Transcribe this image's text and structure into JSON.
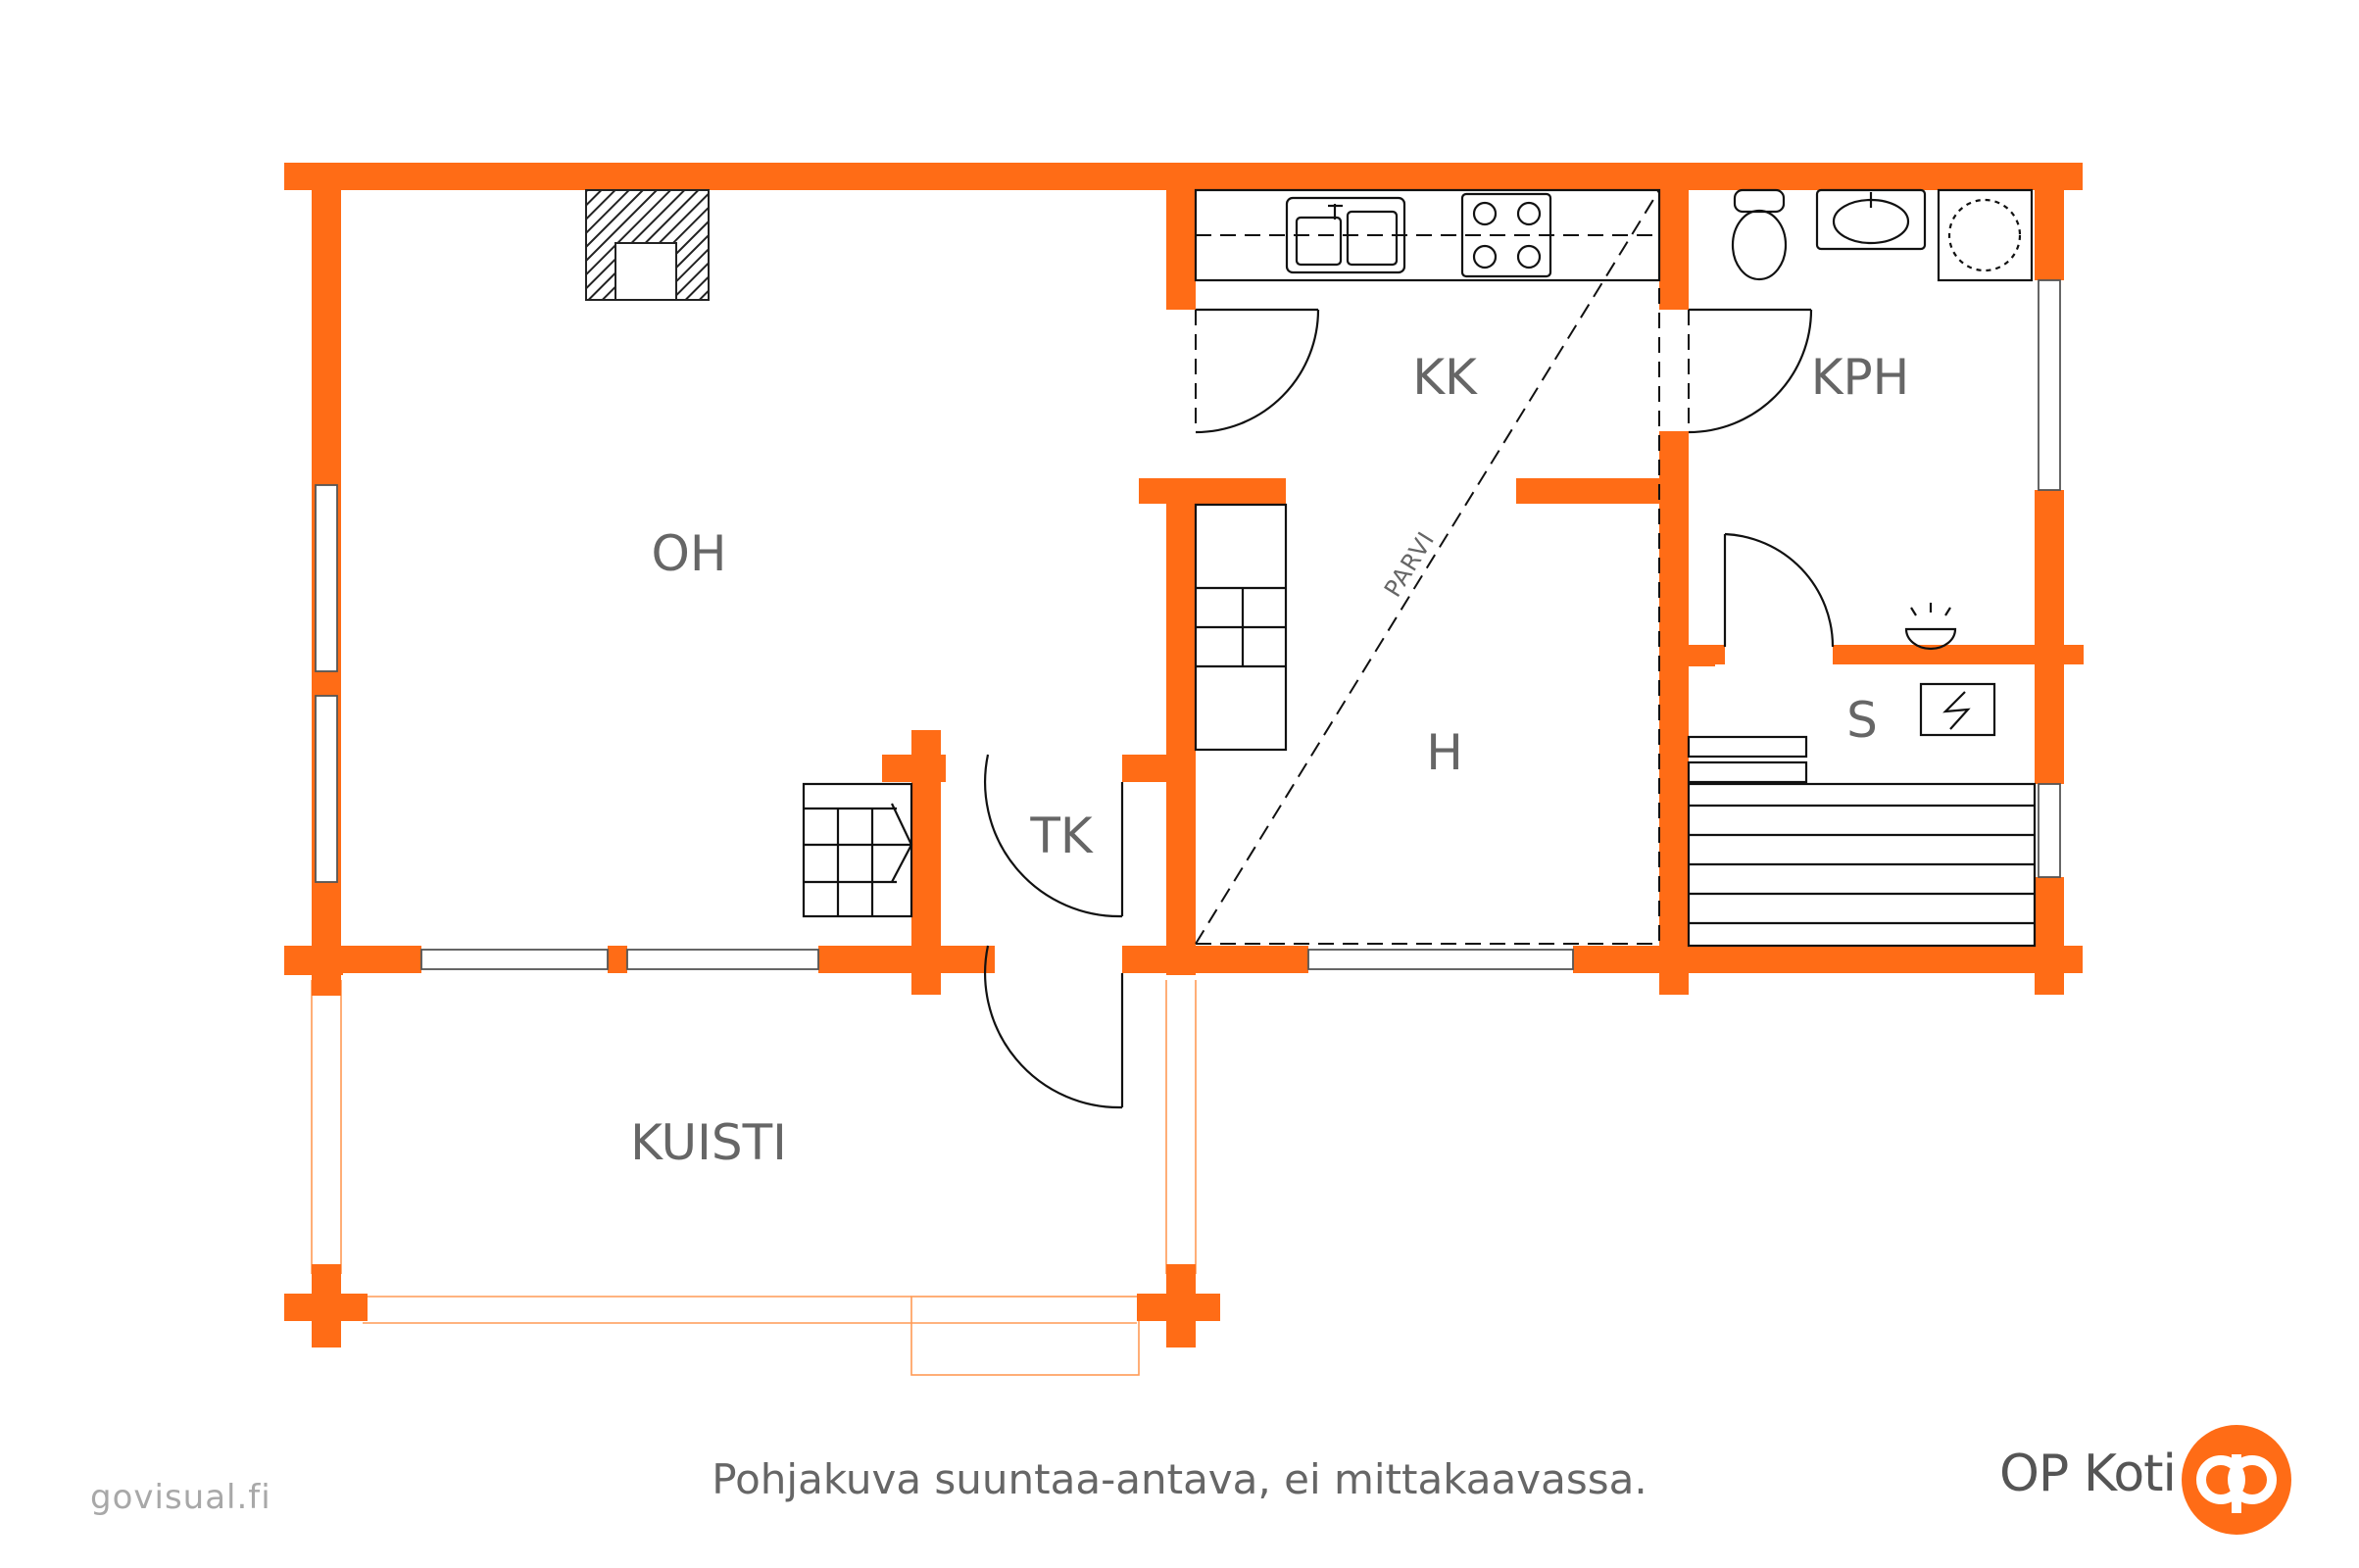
{
  "rooms": {
    "oh": "OH",
    "kk": "KK",
    "kph": "KPH",
    "tk": "TK",
    "h": "H",
    "s": "S",
    "kuisti": "KUISTI",
    "parvi": "PARVI"
  },
  "footer": {
    "note": "Pohjakuva suuntaa-antava, ei mittakaavassa.",
    "credit": "govisual.fi",
    "brand": "OP Koti"
  },
  "colors": {
    "wall": "#ff6c16",
    "brand_logo": "#ff6c16",
    "text": "#666666"
  },
  "icons": [
    "fireplace-icon",
    "sink-icon",
    "stove-icon",
    "toilet-icon",
    "washbasin-icon",
    "washing-machine-icon",
    "sauna-stove-icon",
    "shower-icon",
    "op-logo-icon"
  ]
}
